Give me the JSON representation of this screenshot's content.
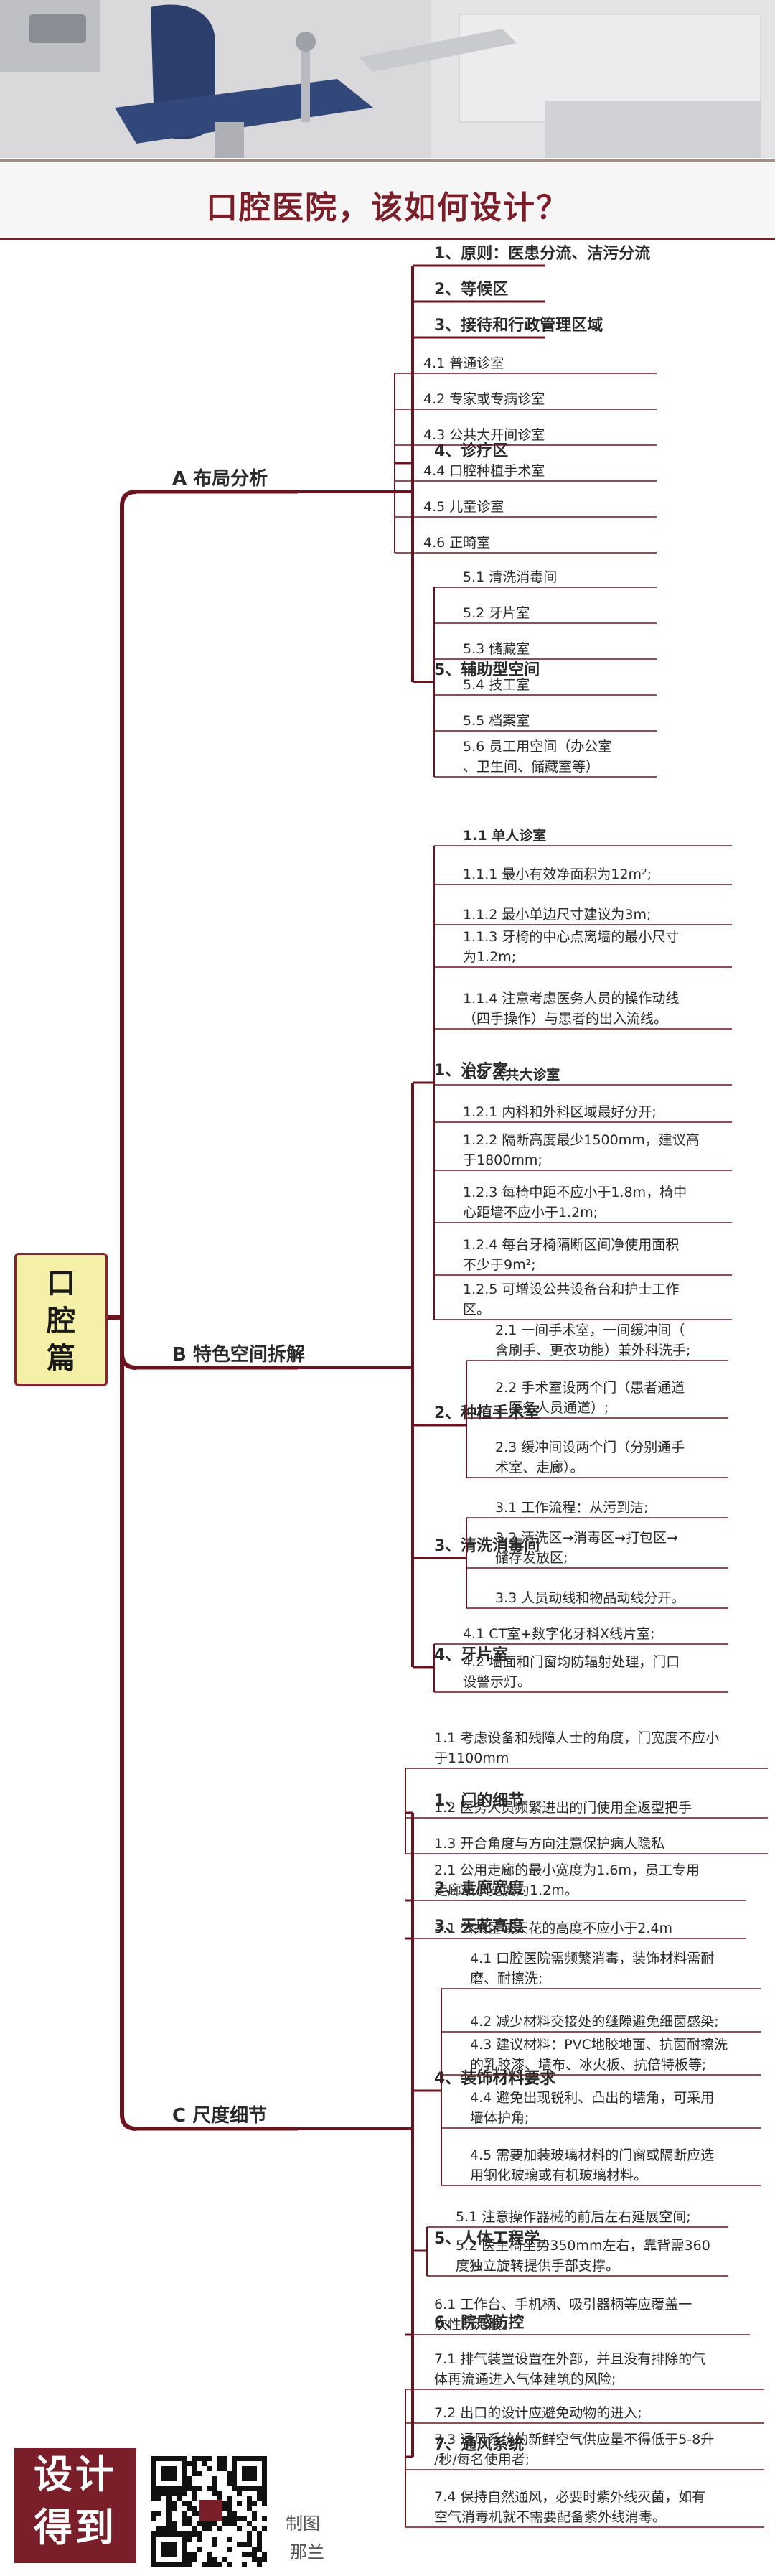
{
  "title": "口腔医院，该如何设计？",
  "root": "口腔篇",
  "branches": [
    {
      "label": "A  布局分析",
      "children": [
        {
          "label": "1、原则：医患分流、洁污分流",
          "children": []
        },
        {
          "label": "2、等候区",
          "children": []
        },
        {
          "label": "3、接待和行政管理区域",
          "children": []
        },
        {
          "label": "4、诊疗区",
          "children": [
            "4.1 普通诊室",
            "4.2 专家或专病诊室",
            "4.3 公共大开间诊室",
            "4.4 口腔种植手术室",
            "4.5 儿童诊室",
            "4.6 正畸室"
          ]
        },
        {
          "label": "5、辅助型空间",
          "children": [
            "5.1 清洗消毒间",
            "5.2 牙片室",
            "5.3 储藏室",
            "5.4 技工室",
            "5.5 档案室",
            "5.6 员工用空间（办公室、卫生间、储藏室等）"
          ]
        }
      ]
    },
    {
      "label": "B 特色空间拆解",
      "children": [
        {
          "label": "1、治疗室",
          "children": [
            "1.1 单人诊室",
            "1.1.1 最小有效净面积为12m²;",
            "1.1.2 最小单边尺寸建议为3m;",
            "1.1.3 牙椅的中心点离墙的最小尺寸为1.2m;",
            "1.1.4 注意考虑医务人员的操作动线（四手操作）与患者的出入流线。",
            "1.2 公共大诊室",
            "1.2.1 内科和外科区域最好分开;",
            "1.2.2 隔断高度最少1500mm，建议高于1800mm;",
            "1.2.3 每椅中距不应小于1.8m，椅中心距墙不应小于1.2m;",
            "1.2.4 每台牙椅隔断区间净使用面积不少于9m²;",
            "1.2.5 可增设公共设备台和护士工作区。"
          ]
        },
        {
          "label": "2、种植手术室",
          "children": [
            "2.1 一间手术室，一间缓冲间（含刷手、更衣功能）兼外科洗手;",
            "2.2 手术室设两个门（患者通道、医务人员通道）;",
            "2.3 缓冲间设两个门（分别通手术室、走廊）。"
          ]
        },
        {
          "label": "3、清洗消毒间",
          "children": [
            "3.1 工作流程：从污到洁;",
            "3.2 清洗区→消毒区→打包区→储存发放区;",
            "3.3 人员动线和物品动线分开。"
          ]
        },
        {
          "label": "4、牙片室",
          "children": [
            "4.1 CT室+数字化牙科X线片室;",
            "4.2 墙面和门窗均防辐射处理，门口设警示灯。"
          ]
        }
      ]
    },
    {
      "label": "C 尺度细节",
      "children": [
        {
          "label": "1、门的细节",
          "children": [
            "1.1 考虑设备和残障人士的角度，门宽度不应小于1100mm",
            "1.2 医务人员频繁进出的门使用全返型把手",
            "1.3 开合角度与方向注意保护病人隐私"
          ]
        },
        {
          "label": "2、走廊宽度",
          "children": [
            "2.1 公用走廊的最小宽度为1.6m，员工专用走廊最小宽度为1.2m。"
          ]
        },
        {
          "label": "3、天花高度",
          "children": [
            "3.1 公共区域天花的高度不应小于2.4m"
          ]
        },
        {
          "label": "4、装饰材料要求",
          "children": [
            "4.1 口腔医院需频繁消毒，装饰材料需耐磨、耐擦洗;",
            "4.2 减少材料交接处的缝隙避免细菌感染;",
            "4.3 建议材料：PVC地胶地面、抗菌耐擦洗的乳胶漆、墙布、冰火板、抗倍特板等;",
            "4.4 避免出现锐利、凸出的墙角，可采用墙体护角;",
            "4.5 需要加装玻璃材料的门窗或隔断应选用钢化玻璃或有机玻璃材料。"
          ]
        },
        {
          "label": "5、人体工程学",
          "children": [
            "5.1 注意操作器械的前后左右延展空间;",
            "5.2 医生椅坐势350mm左右，靠背需360度独立旋转提供手部支撑。"
          ]
        },
        {
          "label": "6、院感防控",
          "children": [
            "6.1 工作台、手机柄、吸引器柄等应覆盖一次性防污膜。"
          ]
        },
        {
          "label": "7、通风系统",
          "children": [
            "7.1 排气装置设置在外部，并且没有排除的气体再流通进入气体建筑的风险;",
            "7.2 出口的设计应避免动物的进入;",
            "7.3 通风系统的新鲜空气供应量不得低于5-8升/秒/每名使用者;",
            "7.4 保持自然通风，必要时紫外线灭菌，如有空气消毒机就不需要配备紫外线消毒。"
          ]
        }
      ]
    }
  ],
  "footer": {
    "logo_line1": "设计",
    "logo_line2": "得到",
    "credit_line1": "制图",
    "credit_line2": "那兰"
  },
  "colors": {
    "accent": "#7a1e2a",
    "root_fill": "#f5f0a8",
    "link": "#6b1420"
  }
}
